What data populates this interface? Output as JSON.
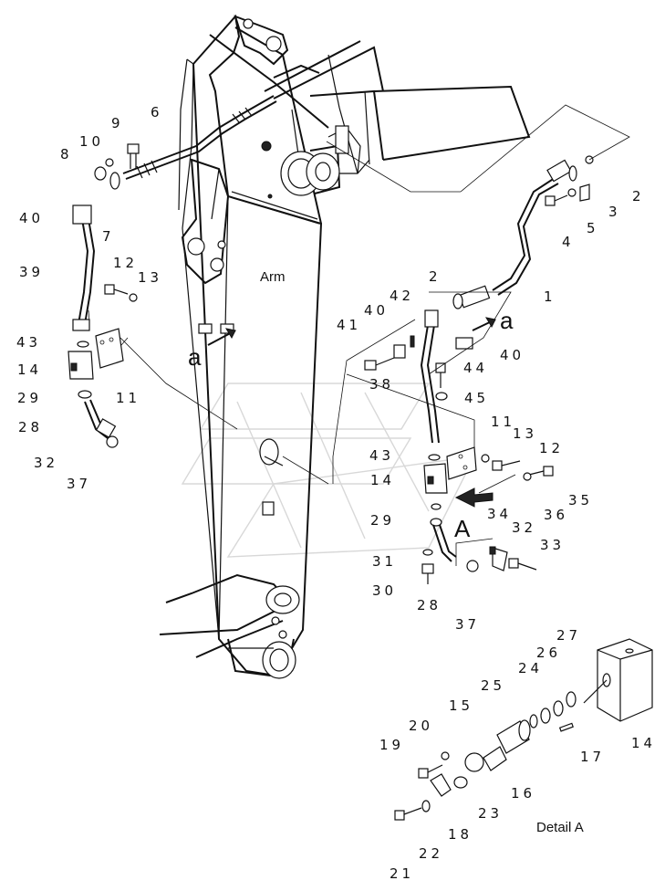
{
  "diagram": {
    "arm_label": "Arm",
    "detail_label": "Detail A",
    "view_marker": "A",
    "section_marker_left": "a",
    "section_marker_right": "a",
    "callouts": {
      "c1": "1",
      "c2a": "2",
      "c2b": "2",
      "c3": "3",
      "c4": "4",
      "c5": "5",
      "c6": "6",
      "c7": "7",
      "c8": "8",
      "c9": "9",
      "c10": "10",
      "c11a": "11",
      "c11b": "11",
      "c12a": "12",
      "c12b": "12",
      "c13a": "13",
      "c13b": "13",
      "c14a": "14",
      "c14b": "14",
      "c14c": "14",
      "c15": "15",
      "c16": "16",
      "c17": "17",
      "c18": "18",
      "c19": "19",
      "c20": "20",
      "c21": "21",
      "c22": "22",
      "c23": "23",
      "c24": "24",
      "c25": "25",
      "c26": "26",
      "c27": "27",
      "c28a": "28",
      "c28b": "28",
      "c29a": "29",
      "c29b": "29",
      "c30": "30",
      "c31": "31",
      "c32a": "32",
      "c32b": "32",
      "c33": "33",
      "c34": "34",
      "c35": "35",
      "c36": "36",
      "c37a": "37",
      "c37b": "37",
      "c38": "38",
      "c39": "39",
      "c40a": "40",
      "c40b": "40",
      "c40c": "40",
      "c41": "41",
      "c42": "42",
      "c43a": "43",
      "c43b": "43",
      "c44": "44",
      "c45": "45"
    }
  }
}
